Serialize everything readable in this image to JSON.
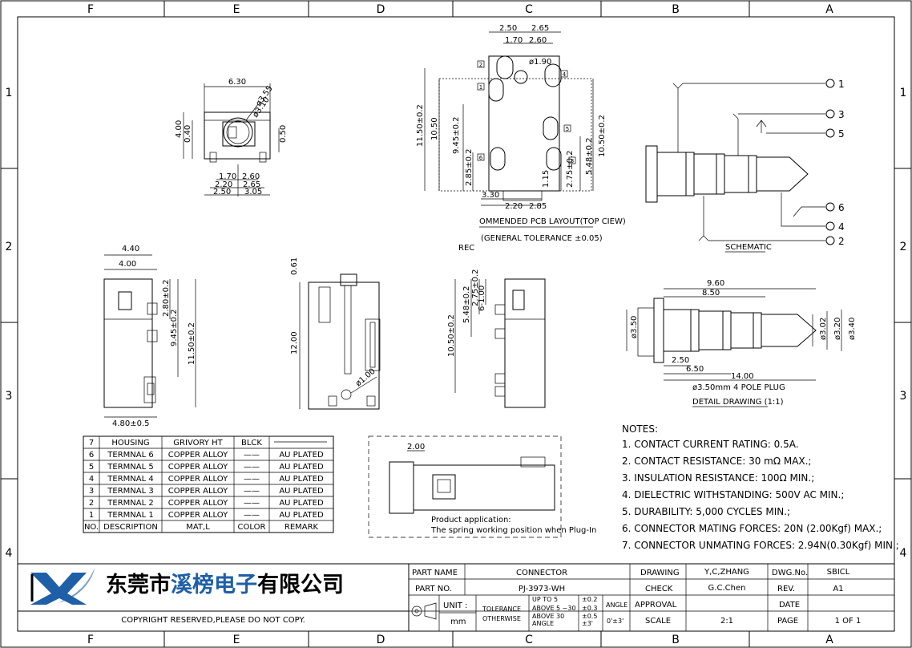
{
  "frame": {
    "col_labels": [
      "F",
      "E",
      "D",
      "C",
      "B",
      "A"
    ],
    "row_labels": [
      "1",
      "2",
      "3",
      "4"
    ]
  },
  "top_view": {
    "dims": [
      "6.30",
      "ø3.55",
      "ø3.10",
      "4.00",
      "0.40",
      "0.50",
      "1.70",
      "2.60",
      "2.20",
      "2.65",
      "2.50",
      "3.05"
    ]
  },
  "pcb": {
    "dims_top": [
      "2.50",
      "2.65",
      "1.70",
      "2.60",
      "ø1.90"
    ],
    "dims_left": [
      "11.50±0.2",
      "10.50",
      "9.45±0.2",
      "2.85±0.2"
    ],
    "dims_right": [
      "10.50±0.2",
      "5.48±0.2",
      "2.75±0.2",
      "1.15"
    ],
    "dims_bottom": [
      "3.30",
      "2.20",
      "2.85"
    ],
    "pads": [
      "1",
      "2",
      "3",
      "4",
      "5",
      "6"
    ],
    "caption1": "OMMENDED PCB LAYOUT(TOP CIEW)",
    "caption2": "(GENERAL TOLERANCE ±0.05)",
    "rec": "REC"
  },
  "schematic": {
    "pins": [
      "1",
      "3",
      "5",
      "6",
      "4",
      "2"
    ],
    "caption": "SCHEMATIC"
  },
  "side_left": {
    "dims": [
      "4.40",
      "4.00",
      "2.80±0.2",
      "9.45±0.2",
      "11.50±0.2",
      "4.80±0.5"
    ]
  },
  "side_mid": {
    "dims": [
      "0.61",
      "12.00",
      "ø1.00"
    ]
  },
  "side_right": {
    "dims": [
      "5.48±0.2",
      "2.75±0.2",
      "6-1.00",
      "10.50±0.2"
    ]
  },
  "plug": {
    "dims": [
      "9.60",
      "8.50",
      "ø3.50",
      "ø3.02",
      "ø3.20",
      "ø3.40",
      "2.50",
      "6.50",
      "14.00"
    ],
    "caption1": "ø3.50mm 4 POLE PLUG",
    "caption2": "DETAIL DRAWING (1:1)"
  },
  "bom": {
    "rows": [
      [
        "7",
        "HOUSING",
        "GRIVORY HT",
        "BLCK",
        ""
      ],
      [
        "6",
        "TERMNAL 6",
        "COPPER ALLOY",
        "——",
        "AU PLATED"
      ],
      [
        "5",
        "TERMNAL 5",
        "COPPER ALLOY",
        "——",
        "AU PLATED"
      ],
      [
        "4",
        "TERMNAL 4",
        "COPPER ALLOY",
        "——",
        "AU PLATED"
      ],
      [
        "3",
        "TERMNAL 3",
        "COPPER ALLOY",
        "——",
        "AU PLATED"
      ],
      [
        "2",
        "TERMNAL 2",
        "COPPER ALLOY",
        "——",
        "AU PLATED"
      ],
      [
        "1",
        "TERMNAL 1",
        "COPPER ALLOY",
        "——",
        "AU PLATED"
      ]
    ],
    "header": [
      "NO.",
      "DESCRIPTION",
      "MAT,L",
      "COLOR",
      "REMARK"
    ]
  },
  "application": {
    "dim": "2.00",
    "line1": "Product application:",
    "line2": "The spring working position when Plug-In"
  },
  "notes": {
    "title": "NOTES:",
    "items": [
      "1. CONTACT CURRENT RATING: 0.5A.",
      "2. CONTACT RESISTANCE: 30 mΩ MAX.;",
      "3. INSULATION RESISTANCE: 100Ω MIN.;",
      "4. DIELECTRIC WITHSTANDING: 500V AC MIN.;",
      "5. DURABILITY: 5,000 CYCLES MIN.;",
      "6. CONNECTOR MATING FORCES: 20N (2.00Kgf) MAX.;",
      "7. CONNECTOR UNMATING FORCES: 2.94N(0.30Kgf) MIN.;"
    ]
  },
  "title_block": {
    "company": "东莞市溪榜电子有限公司",
    "company_prefix": "东莞市",
    "company_highlight": "溪榜电子",
    "company_suffix": "有限公司",
    "copyright": "COPYRIGHT RESERVED,PLEASE DO NOT COPY.",
    "part_name_label": "PART NAME",
    "part_name": "CONNECTOR",
    "part_no_label": "PART NO.",
    "part_no": "PJ-3973-WH",
    "unit_label": "UNIT :",
    "unit": "mm",
    "tolerance_label1": "TOLERANCE",
    "tolerance_label2": "OTHERWISE",
    "tol_ranges": [
      "UP TO 5",
      "ABOVE 5 ~30",
      "ABOVE 30"
    ],
    "tol_range_angle": "ANGLE",
    "tol_values": [
      "±0.2",
      "±0.3",
      "±0.5",
      "±3'"
    ],
    "angle_label": "ANGLE",
    "angle_value": "0'±3'",
    "drawing_label": "DRAWING",
    "drawing_by": "Y,C,ZHANG",
    "check_label": "CHECK",
    "check_by": "G.C.Chen",
    "approval_label": "APPROVAL",
    "scale_label": "SCALE",
    "scale": "2:1",
    "dwg_label": "DWG.No.",
    "dwg_no": "SBICL",
    "rev_label": "REV.",
    "rev": "A1",
    "date_label": "DATE",
    "page_label": "PAGE",
    "page": "1 OF 1"
  },
  "colors": {
    "ink": "#000000",
    "logo_blue": "#1e5fa8",
    "company_highlight": "#1e5fa8"
  }
}
